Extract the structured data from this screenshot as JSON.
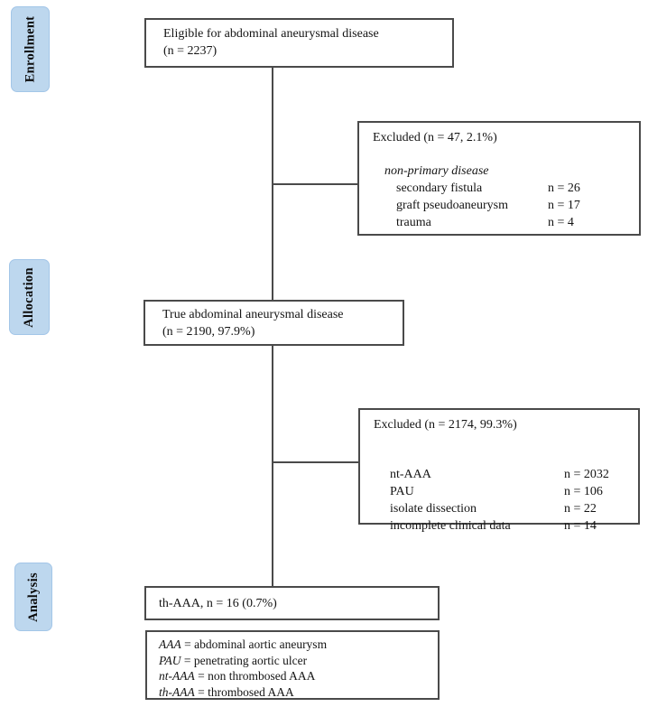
{
  "palette": {
    "badge_bg": "#bdd7ee",
    "badge_border": "#a3c6e8",
    "box_border": "#4a4a4a",
    "line": "#4a4a4a",
    "text": "#141414"
  },
  "stages": {
    "enrollment": "Enrollment",
    "allocation": "Allocation",
    "analysis": "Analysis"
  },
  "boxes": {
    "eligible": {
      "line1": "Eligible for abdominal aneurysmal disease",
      "line2": "(n = 2237)"
    },
    "excluded1": {
      "title": "Excluded (n = 47, 2.1%)",
      "subtitle": "non-primary disease",
      "items": [
        {
          "label": "secondary fistula",
          "value": "n = 26"
        },
        {
          "label": "graft pseudoaneurysm",
          "value": "n = 17"
        },
        {
          "label": "trauma",
          "value": "n = 4"
        }
      ]
    },
    "true_disease": {
      "line1": "True abdominal aneurysmal disease",
      "line2": "(n = 2190, 97.9%)"
    },
    "excluded2": {
      "title": "Excluded (n = 2174, 99.3%)",
      "items": [
        {
          "label": "nt-AAA",
          "value": "n = 2032"
        },
        {
          "label": "PAU",
          "value": "n = 106"
        },
        {
          "label": "isolate dissection",
          "value": "n = 22"
        },
        {
          "label": "incomplete clinical data",
          "value": "n = 14"
        }
      ]
    },
    "analysis_result": {
      "line1": "th-AAA, n = 16 (0.7%)"
    },
    "legend": {
      "items": [
        {
          "abbr": "AAA",
          "rest": " = abdominal aortic aneurysm"
        },
        {
          "abbr": "PAU",
          "rest": " = penetrating aortic ulcer"
        },
        {
          "abbr": "nt-AAA",
          "rest": " = non thrombosed AAA"
        },
        {
          "abbr": "th-AAA",
          "rest": " = thrombosed AAA"
        }
      ]
    }
  }
}
